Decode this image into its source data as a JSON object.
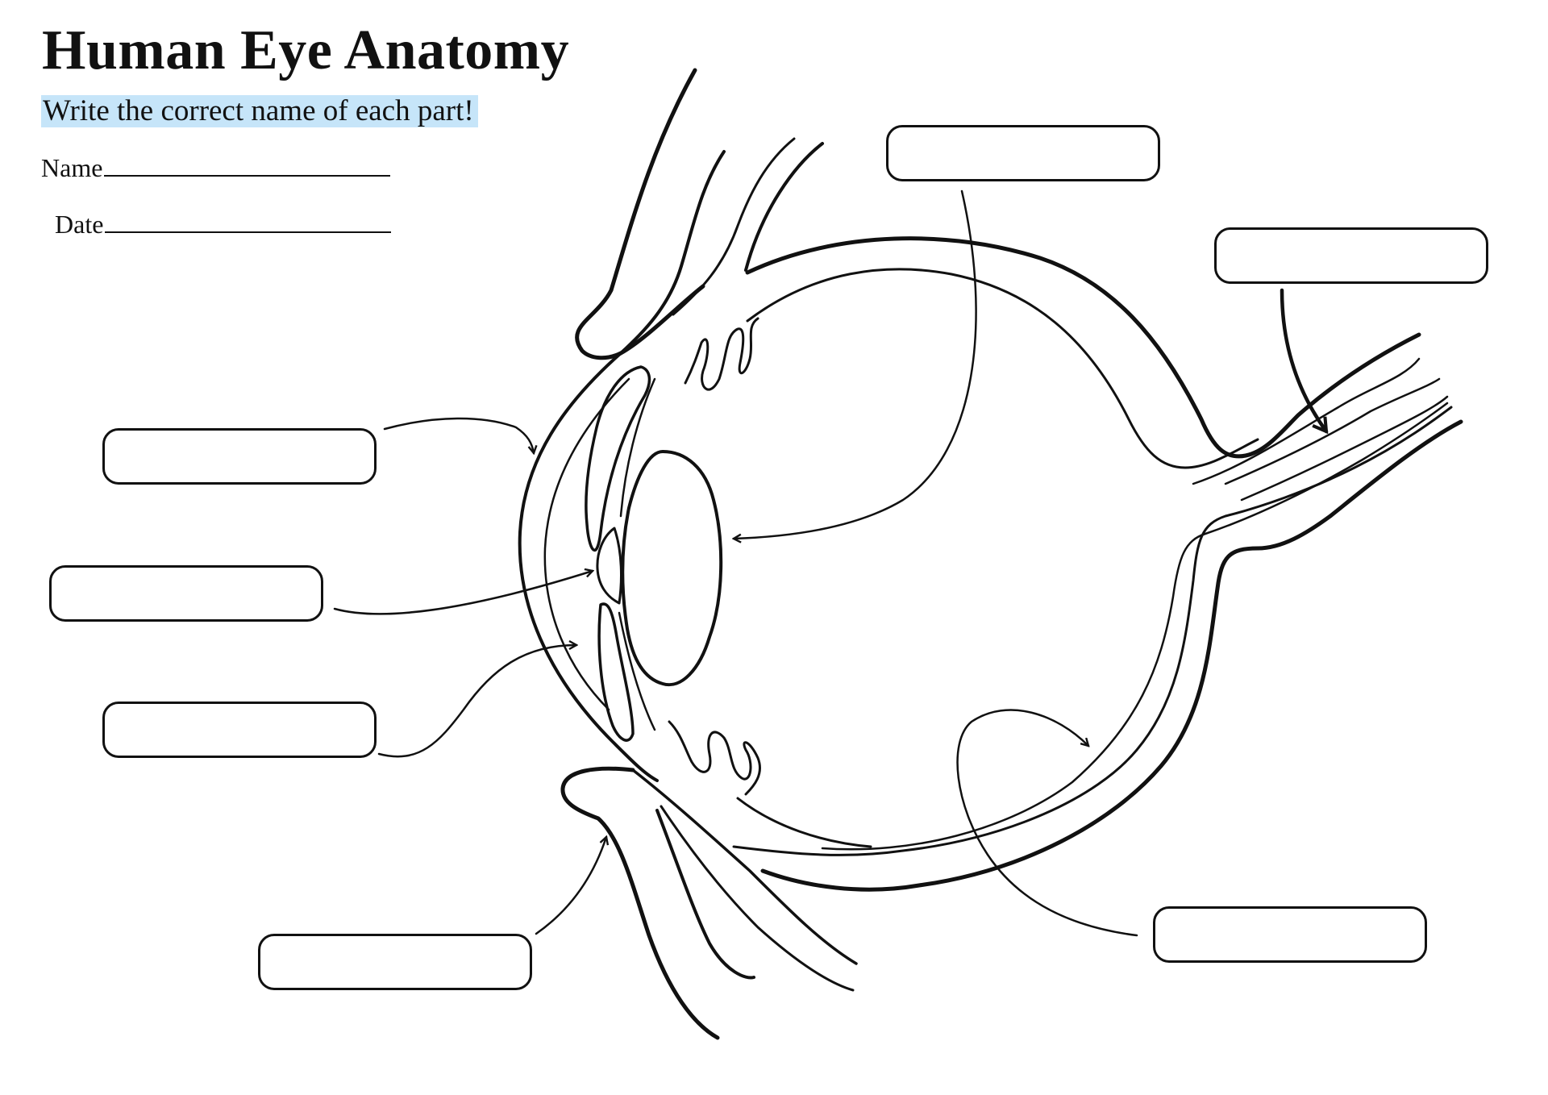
{
  "worksheet": {
    "title": "Human Eye Anatomy",
    "instruction": "Write the correct name of each part!",
    "name_label": "Name",
    "date_label": "Date"
  },
  "label_boxes": [
    {
      "id": "label-box-top",
      "value": "",
      "points_to": "lens"
    },
    {
      "id": "label-box-top-right",
      "value": "",
      "points_to": "optic-nerve"
    },
    {
      "id": "label-box-left-upper",
      "value": "",
      "points_to": "cornea"
    },
    {
      "id": "label-box-left-middle",
      "value": "",
      "points_to": "pupil"
    },
    {
      "id": "label-box-left-lower",
      "value": "",
      "points_to": "iris"
    },
    {
      "id": "label-box-bottom-left",
      "value": "",
      "points_to": "eyelid"
    },
    {
      "id": "label-box-bottom-right",
      "value": "",
      "points_to": "retina"
    }
  ],
  "colors": {
    "highlight": "#c6e5f9",
    "ink": "#111111"
  }
}
